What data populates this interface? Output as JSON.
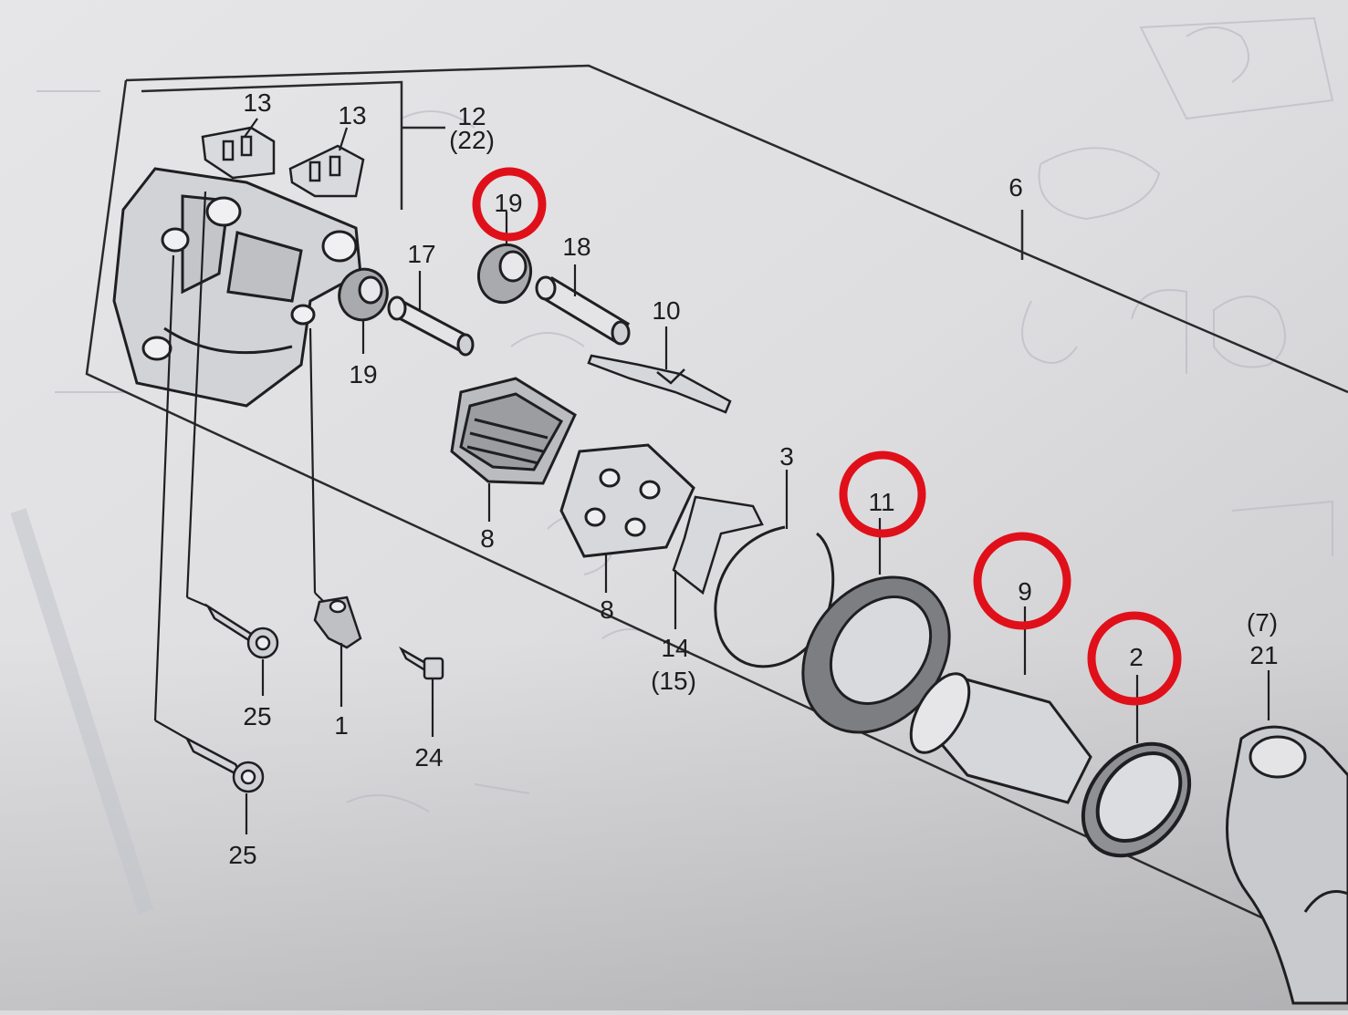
{
  "diagram": {
    "labels": {
      "l13a": "13",
      "l13b": "13",
      "l12": "12",
      "l22": "(22)",
      "l19top": "19",
      "l18": "18",
      "l17": "17",
      "l19mid": "19",
      "l10": "10",
      "l6": "6",
      "l3": "3",
      "l8a": "8",
      "l8b": "8",
      "l11": "11",
      "l14": "14",
      "l15": "(15)",
      "l9": "9",
      "l2": "2",
      "l7": "(7)",
      "l21": "21",
      "l1": "1",
      "l24": "24",
      "l25a": "25",
      "l25b": "25"
    },
    "highlight_color": "#e0101a",
    "highlighted_parts": [
      "19",
      "11",
      "9",
      "2"
    ]
  }
}
